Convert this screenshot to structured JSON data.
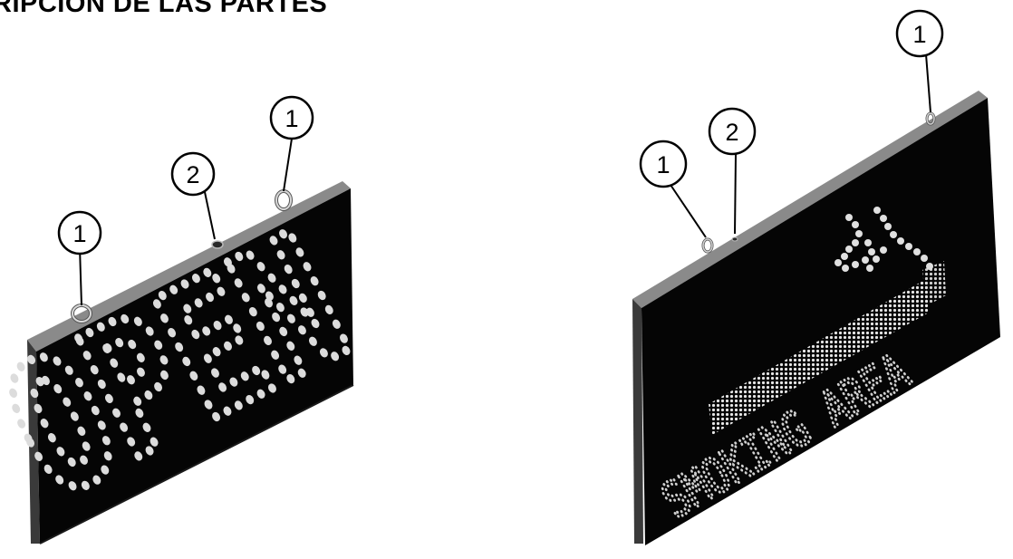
{
  "heading": "RIPCION DE LAS PARTES",
  "left_sign": {
    "led_text": "OPEN",
    "callouts": [
      "1",
      "2",
      "1"
    ]
  },
  "right_sign": {
    "led_text": "SMOKING AREA",
    "callouts": [
      "1",
      "2",
      "1"
    ]
  },
  "colors": {
    "panel": "#050505",
    "edge": "#6e6e6e",
    "led": "#d9d9d9",
    "ink": "#000000"
  }
}
